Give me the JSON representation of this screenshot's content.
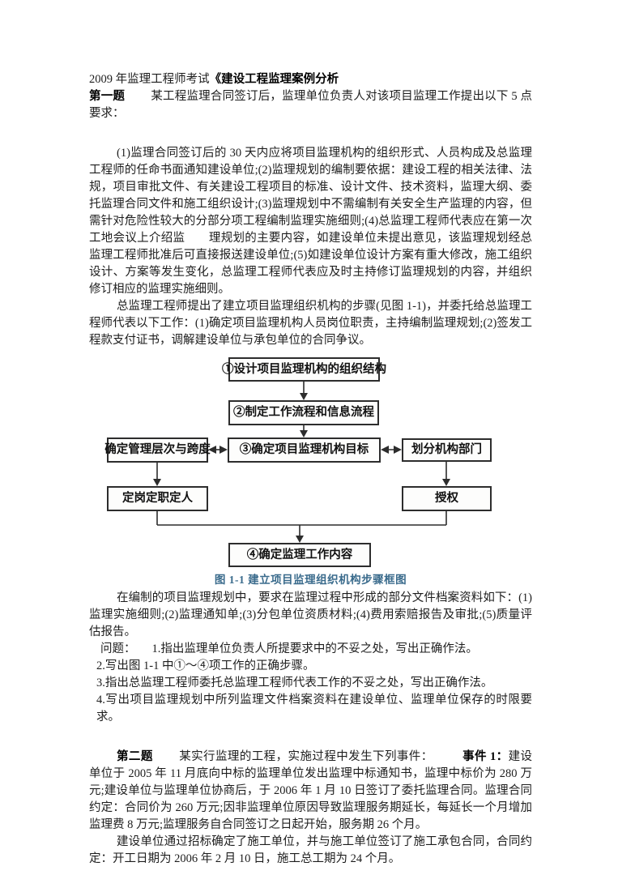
{
  "title": {
    "prefix": "2009 年监理工程师考试",
    "emphasis": "《建设工程监理案例分析"
  },
  "s1": {
    "heading": "第一题",
    "intro": "某工程监理合同签订后，监理单位负责人对该项目监理工作提出以下 5 点要求：",
    "p_requirements": "(1)监理合同签订后的 30 天内应将项目监理机构的组织形式、人员构成及总监理工程师的任命书面通知建设单位;(2)监理规划的编制要依据：建设工程的相关法律、法规，项目审批文件、有关建设工程项目的标准、设计文件、技术资料，监理大纲、委托监理合同文件和施工组织设计;(3)监理规划中不需编制有关安全生产监理的内容，但需针对危险性较大的分部分项工程编制监理实施细则;(4)总监理工程师代表应在第一次工地会议上介绍监　　理规划的主要内容，如建设单位未提出意见，该监理规划经总监理工程师批准后可直接报送建设单位;(5)如建设单位设计方案有重大修改，施工组织设计、方案等发生变化，总监理工程师代表应及时主持修订监理规划的内容，并组织修订相应的监理实施细则。",
    "p_steps": "总监理工程师提出了建立项目监理组织机构的步骤(见图 1-1)，并委托给总监理工程师代表以下工作：(1)确定项目监理机构人员岗位职责，主持编制监理规划;(2)签发工程款支付证书，调解建设单位与承包单位的合同争议。",
    "p_archives": "在编制的项目监理规划中，要求在监理过程中形成的部分文件档案资料如下：(1)监理实施细则;(2)监理通知单;(3)分包单位资质材料;(4)费用索赔报告及审批;(5)质量评估报告。",
    "q_label": "问题：",
    "questions": [
      "1.指出监理单位负责人所提要求中的不妥之处，写出正确作法。",
      "2.写出图 1-1 中①～④项工作的正确步骤。",
      "3.指出总监理工程师委托总监理工程师代表工作的不妥之处，写出正确作法。",
      "4.写出项目监理规划中所列监理文件档案资料在建设单位、监理单位保存的时限要求。"
    ]
  },
  "figure": {
    "caption": "图 1-1 建立项目监理组织机构步骤框图",
    "caption_color": "#3a6b8c",
    "line_color": "#2d2d2d",
    "boxes": {
      "b1": "①设计项目监理机构的组织结构",
      "b2": "②制定工作流程和信息流程",
      "left": "确定管理层次与跨度",
      "center": "③确定项目监理机构目标",
      "right": "划分机构部门",
      "left2": "定岗定职定人",
      "right2": "授权",
      "b4": "④确定监理工作内容"
    }
  },
  "s2": {
    "heading": "第二题",
    "intro": "某实行监理的工程，实施过程中发生下列事件：",
    "event1_label": "事件 1：",
    "event1_text": "建设单位于 2005 年 11 月底向中标的监理单位发出监理中标通知书，监理中标价为 280 万元;建设单位与监理单位协商后，于 2006 年 1 月 10 日签订了委托监理合同。监理合同约定：合同价为 260 万元;因非监理单位原因导致监理服务期延长，每延长一个月增加监理费 8 万元;监理服务自合同签订之日起开始，服务期 26 个月。",
    "p_contract": "建设单位通过招标确定了施工单位，并与施工单位签订了施工承包合同，合同约定：开工日期为 2006 年 2 月 10 日，施工总工期为 24 个月。"
  }
}
